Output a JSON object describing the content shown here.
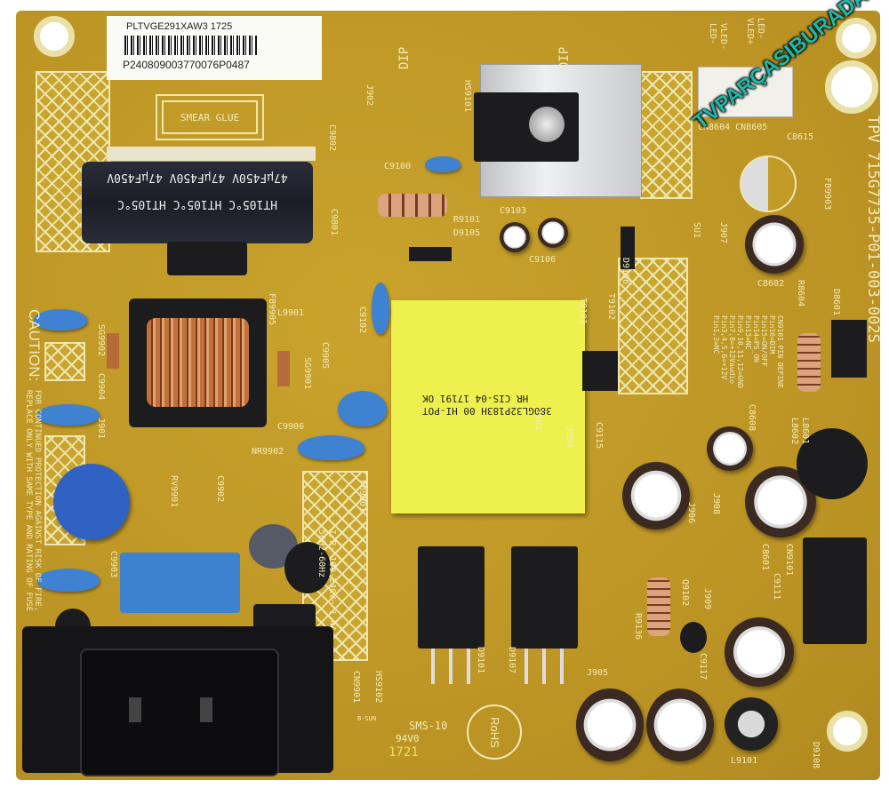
{
  "sticker": {
    "line1": "PLTVGE291XAW3 1725",
    "line2": "P240809003770076P0487"
  },
  "smear_glue": "SMEAR GLUE",
  "bulk_cap": {
    "line1": "HT105°C  HT105°C  HT105°C",
    "line2": "47µF450V  47µF450V  47µF450V"
  },
  "transformer": {
    "line1": "380GL32P183H   00   HI-POT",
    "line2": "HR   CIS-04   17191   OK"
  },
  "board_id": "TPV  715G7735-P01-003-002S",
  "watermark": "TVPARÇASIBURADA",
  "caution": {
    "title": "CAUTION:",
    "line1": "FOR CONTINUED PROTECTION AGAINST RISK OF FIRE,",
    "line2": "REPLACE ONLY WITH SAME TYPE AND RATING OF FUSE"
  },
  "input_rating": {
    "line1": "I/P: 100-240V~ 1.4A",
    "line2": "50Hz-60Hz"
  },
  "cn9101_define": {
    "title": "CN9101 PIN DEFINE",
    "lines": [
      "Pin16=DIM",
      "Pin15=ON/OFF",
      "Pin14=PS_ON",
      "Pin13=NC",
      "Pin9,10,11,12=GND",
      "Pin7,8=+12Vaudio",
      "Pin3,4,5,6=+12V",
      "Pin1,2=NC"
    ]
  },
  "marks": {
    "sms": "SMS-10",
    "flammability": "94V0",
    "rohs": "RoHS",
    "date": "1721",
    "vendor": "B-SUN"
  },
  "dip_arrows": [
    "DIP",
    "DIP"
  ],
  "led_pins": [
    "LED-",
    "VLED-",
    "VLED+",
    "LED-"
  ],
  "labels": [
    "J902",
    "HS9101",
    "C9802",
    "C9100",
    "R9101",
    "D9105",
    "C9103",
    "C9106",
    "D9106",
    "C9801",
    "FB9905",
    "L9901",
    "C9102",
    "SG9901",
    "C9905",
    "C9906",
    "NR9902",
    "C9904",
    "SG9902",
    "J901",
    "RV9901",
    "C9902",
    "FB9901",
    "J903",
    "J904",
    "C9115",
    "J906",
    "J908",
    "C8608",
    "L8601",
    "L8602",
    "C8601",
    "C9111",
    "CN9101",
    "J909",
    "Q9102",
    "R9136",
    "C9117",
    "J905",
    "D9101",
    "D9107",
    "HS9102",
    "CN9901",
    "L9101",
    "D9108",
    "C9903",
    "T9101",
    "D8601",
    "R8604",
    "C8602",
    "SU1",
    "J907",
    "FB9903",
    "CN8604 CN8605",
    "C8615",
    "T9102"
  ]
}
